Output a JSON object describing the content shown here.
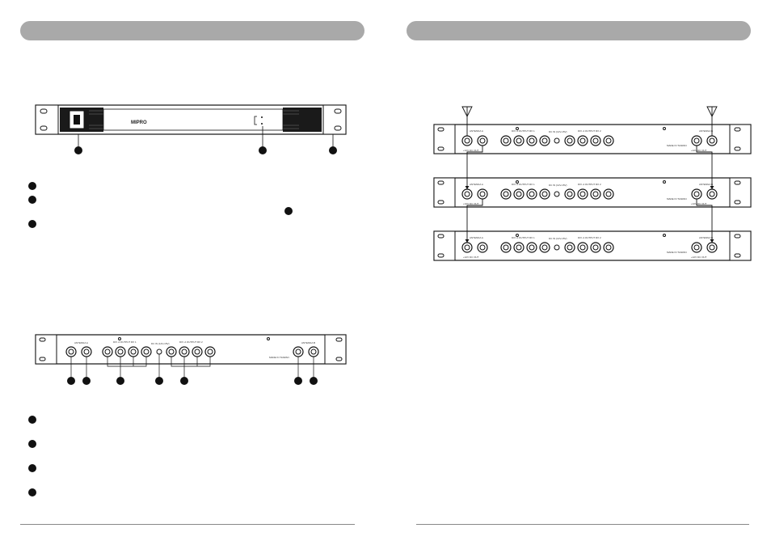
{
  "front_panel": {
    "brand_logo": "MIPRO"
  },
  "rear_panel_labels": {
    "antenna_a": "ANTENNA A",
    "antenna_b": "ANTENNA B",
    "output_a": "DIV. A OUTPUT RX 1",
    "output_b": "DIV. A OUTPUT RX 2",
    "dc_in": "DC IN (12V-15V)",
    "dc_out": "+12V DC OUT",
    "made_in": "MADE IN TAIWAN",
    "in_label": "IN",
    "out_label": "OUT"
  },
  "icons": {
    "power_switch": "power-switch-icon",
    "antenna": "antenna-icon",
    "bnc_connector": "bnc-connector-icon",
    "callout": "callout-dot-icon"
  },
  "colors": {
    "header_bar": "#a9a9a9",
    "line": "#111111",
    "footer_rule": "#888888"
  }
}
